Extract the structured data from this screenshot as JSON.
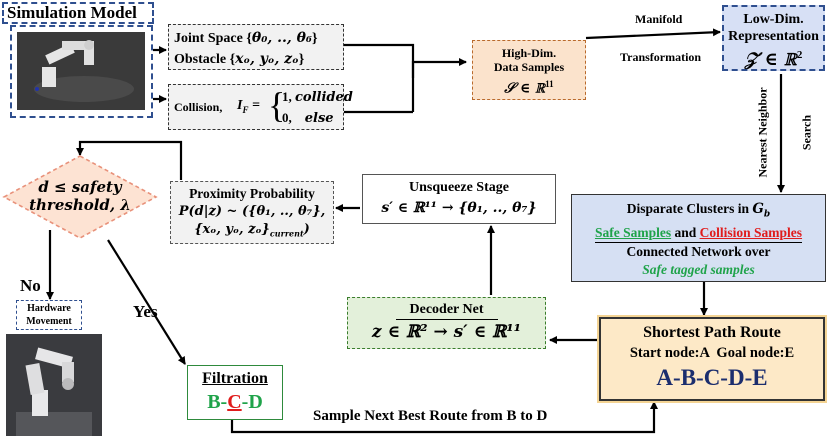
{
  "simulation": {
    "title": "Simulation Model"
  },
  "joint_box": {
    "line1_text": "Joint Space {",
    "line1_math": "θ₀, .., θ₆",
    "line1_close": "}",
    "line2_text": "Obstacle {",
    "line2_math": "xₒ, yₒ, zₒ",
    "line2_close": "}"
  },
  "collision_box": {
    "label": "Collision,",
    "var": "I",
    "sub": "F",
    "eq": "=",
    "case1_val": "1,",
    "case1_text": "collided",
    "case2_val": "0,",
    "case2_text": "else"
  },
  "highdim": {
    "line1": "High-Dim.",
    "line2": "Data Samples",
    "math": "𝒮 ∈ ℝ",
    "exp": "11"
  },
  "manifold": {
    "top": "Manifold",
    "bottom": "Transformation"
  },
  "lowdim": {
    "line1": "Low-Dim.",
    "line2": "Representation",
    "math": "𝒵 ∈ ℝ",
    "exp": "2"
  },
  "nn_search": {
    "a": "Nearest Neighbor",
    "b": "Search"
  },
  "clusters": {
    "title_text": "Disparate Clusters in ",
    "title_var": "G",
    "title_sub": "b",
    "safe": "Safe Samples",
    "and": " and ",
    "collision": "Collision Samples",
    "network": "Connected Network over",
    "tagged": "Safe tagged samples"
  },
  "unsqueeze": {
    "title": "Unsqueeze Stage",
    "formula": "s′ ∈ ℝ¹¹ → {θ₁, .., θ₇}"
  },
  "proximity": {
    "title": "Proximity Probability",
    "line2": "P(d|z) ~ ({θ₁, .., θ₇},",
    "line3": "{xₒ, yₒ, zₒ}",
    "line3_sub": "current",
    "line3_end": ")"
  },
  "decision": {
    "line1": "d ≤ safety",
    "line2": "threshold, λ"
  },
  "no_label": "No",
  "yes_label": "Yes",
  "hardware": {
    "line1": "Hardware",
    "line2": "Movement"
  },
  "decoder": {
    "title": "Decoder Net",
    "formula": "z ∈ ℝ² → s′ ∈ ℝ¹¹"
  },
  "shortest": {
    "title": "Shortest Path Route",
    "nodes": "Start node:A  Goal node:E",
    "route": "A-B-C-D-E"
  },
  "filtration": {
    "title": "Filtration",
    "b": "B",
    "d1": "-",
    "c": "C",
    "d2": "-",
    "d": "D"
  },
  "sample_next": "Sample Next Best Route from B to D",
  "colors": {
    "blue_dash": "#2f4f8f",
    "safe_green": "#1fa34a",
    "collision_red": "#e01c1c",
    "route_navy": "#1c2e6e",
    "highdim_fill": "#fbe3cc",
    "lowdim_fill": "#d7e0f5",
    "clusters_fill": "#d6e0f3",
    "decoder_fill": "#e3f0da",
    "shortest_fill": "#fde9c7",
    "decision_fill": "#fde3d3",
    "decision_stroke": "#e8917a"
  }
}
